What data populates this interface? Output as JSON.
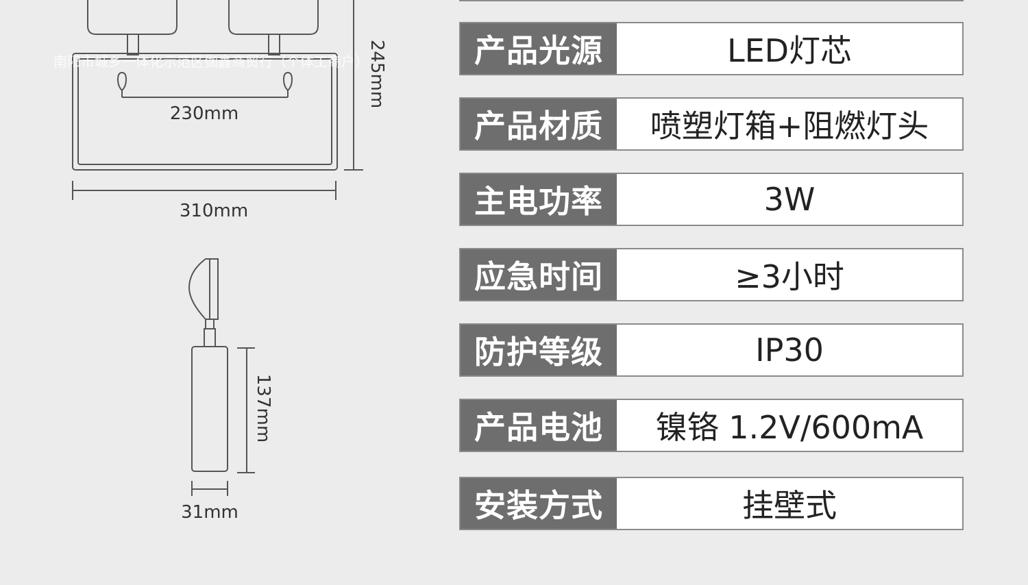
{
  "watermark": "南阳市城乡一体化示范区伽鑫商贸行（个体工商户）",
  "dimensions": {
    "mount_width": "230mm",
    "height": "245mm",
    "width": "310mm",
    "side_height": "137mm",
    "depth": "31mm"
  },
  "specs": [
    {
      "label": "产品光源",
      "value": "LED灯芯"
    },
    {
      "label": "产品材质",
      "value": "喷塑灯箱+阻燃灯头"
    },
    {
      "label": "主电功率",
      "value": "3W"
    },
    {
      "label": "应急时间",
      "value": "≥3小时"
    },
    {
      "label": "防护等级",
      "value": "IP30"
    },
    {
      "label": "产品电池",
      "value": "镍铬 1.2V/600mA"
    },
    {
      "label": "安装方式",
      "value": "挂壁式"
    }
  ]
}
